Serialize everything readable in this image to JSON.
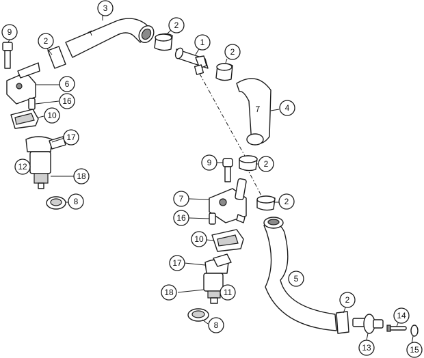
{
  "callouts": [
    {
      "id": "c1",
      "label": "1"
    },
    {
      "id": "c2a",
      "label": "2"
    },
    {
      "id": "c2b",
      "label": "2"
    },
    {
      "id": "c2c",
      "label": "2"
    },
    {
      "id": "c2d",
      "label": "2"
    },
    {
      "id": "c2e",
      "label": "2"
    },
    {
      "id": "c2f",
      "label": "2"
    },
    {
      "id": "c3",
      "label": "3"
    },
    {
      "id": "c4",
      "label": "4"
    },
    {
      "id": "c5",
      "label": "5"
    },
    {
      "id": "c6",
      "label": "6"
    },
    {
      "id": "c7",
      "label": "7"
    },
    {
      "id": "c8a",
      "label": "8"
    },
    {
      "id": "c8b",
      "label": "8"
    },
    {
      "id": "c9a",
      "label": "9"
    },
    {
      "id": "c9b",
      "label": "9"
    },
    {
      "id": "c10a",
      "label": "10"
    },
    {
      "id": "c10b",
      "label": "10"
    },
    {
      "id": "c11",
      "label": "11"
    },
    {
      "id": "c12",
      "label": "12"
    },
    {
      "id": "c13",
      "label": "13"
    },
    {
      "id": "c14",
      "label": "14"
    },
    {
      "id": "c15",
      "label": "15"
    },
    {
      "id": "c16a",
      "label": "16"
    },
    {
      "id": "c16b",
      "label": "16"
    },
    {
      "id": "c17a",
      "label": "17"
    },
    {
      "id": "c17b",
      "label": "17"
    },
    {
      "id": "c18a",
      "label": "18"
    },
    {
      "id": "c18b",
      "label": "18"
    }
  ]
}
